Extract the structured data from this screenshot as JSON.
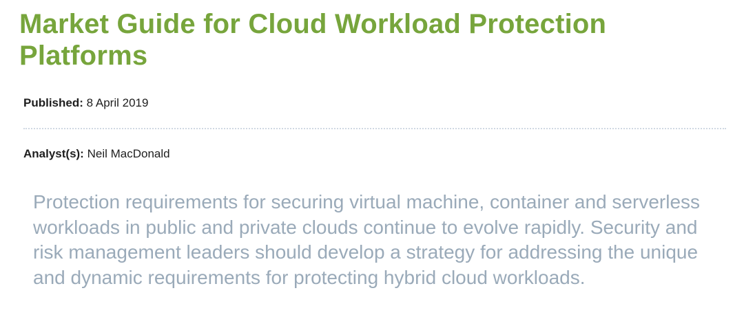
{
  "document": {
    "title": "Market Guide for Cloud Workload Protection Platforms",
    "published": {
      "label": "Published:",
      "value": "8 April 2019"
    },
    "analysts": {
      "label": "Analyst(s):",
      "value": "Neil MacDonald"
    },
    "summary": "Protection requirements for securing virtual machine, container and serverless workloads in public and private clouds continue to evolve rapidly. Security and risk management leaders should develop a strategy for addressing the unique and dynamic requirements for protecting hybrid cloud workloads."
  },
  "colors": {
    "title": "#77a53c",
    "meta_text": "#1e1e1e",
    "divider": "#cfd8e2",
    "summary_text": "#9aaab9",
    "background": "#ffffff"
  }
}
